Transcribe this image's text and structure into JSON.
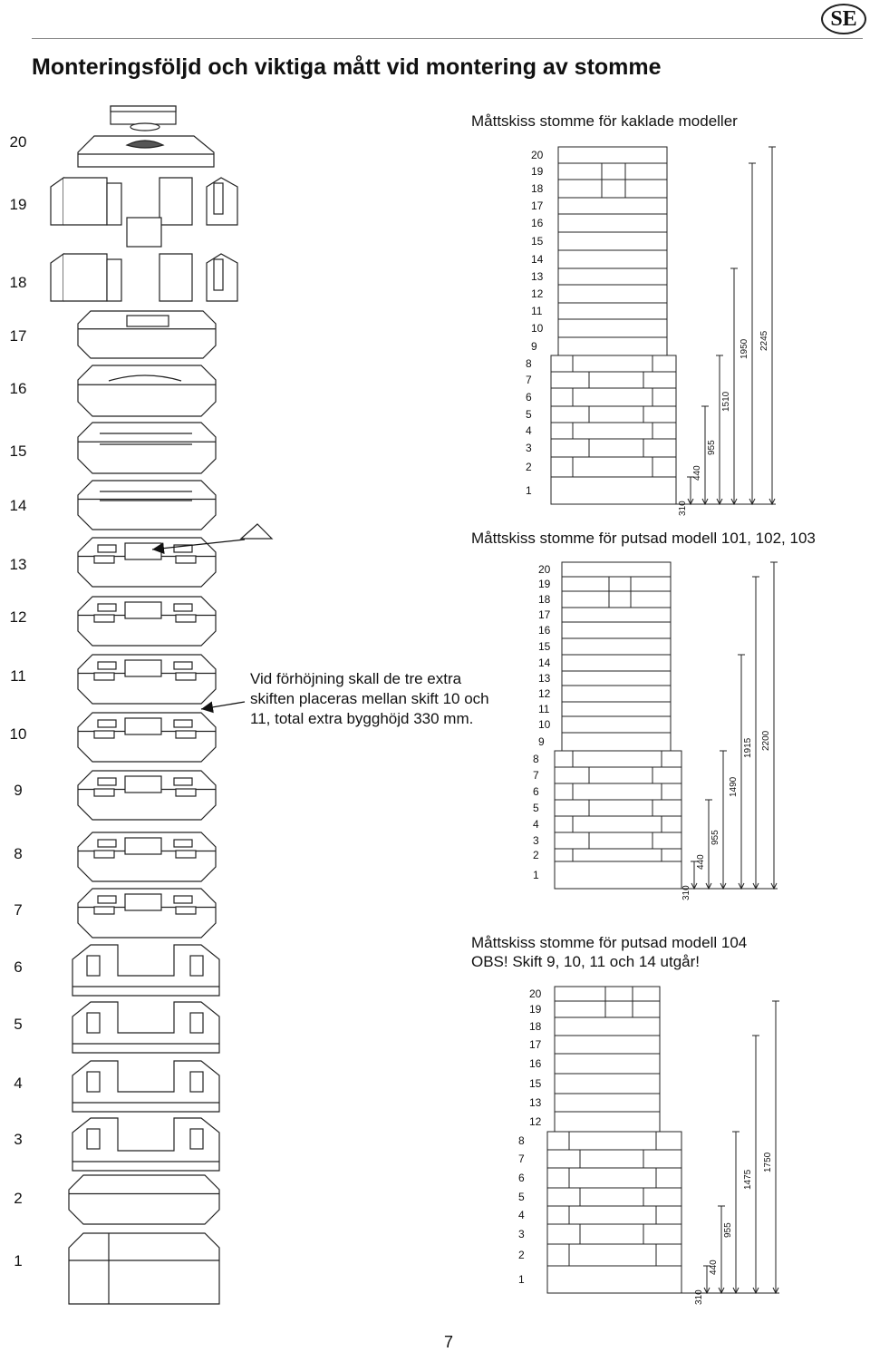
{
  "badge": "SE",
  "title": "Monteringsföljd och viktiga mått vid montering av stomme",
  "courses": [
    "20",
    "19",
    "18",
    "17",
    "16",
    "15",
    "14",
    "13",
    "12",
    "11",
    "10",
    "9",
    "8",
    "7",
    "6",
    "5",
    "4",
    "3",
    "2",
    "1"
  ],
  "note": "Vid förhöjning skall de tre extra skiften placeras mellan skift 10 och 11, total extra bygghöjd 330 mm.",
  "sketches": [
    {
      "title": "Måttskiss stomme för kaklade modeller",
      "subtitle": "",
      "courses": [
        "20",
        "19",
        "18",
        "17",
        "16",
        "15",
        "14",
        "13",
        "12",
        "11",
        "10",
        "9",
        "8",
        "7",
        "6",
        "5",
        "4",
        "3",
        "2",
        "1"
      ],
      "dimensions": [
        "310",
        "440",
        "955",
        "1510",
        "1950",
        "2245"
      ]
    },
    {
      "title": "Måttskiss stomme för putsad modell 101, 102, 103",
      "subtitle": "",
      "courses": [
        "20",
        "19",
        "18",
        "17",
        "16",
        "15",
        "14",
        "13",
        "12",
        "11",
        "10",
        "9",
        "8",
        "7",
        "6",
        "5",
        "4",
        "3",
        "2",
        "1"
      ],
      "dimensions": [
        "310",
        "440",
        "955",
        "1490",
        "1915",
        "2200"
      ]
    },
    {
      "title": "Måttskiss stomme för putsad modell 104",
      "subtitle": "OBS! Skift 9, 10, 11 och 14 utgår!",
      "courses": [
        "20",
        "19",
        "18",
        "17",
        "16",
        "15",
        "13",
        "12",
        "8",
        "7",
        "6",
        "5",
        "4",
        "3",
        "2",
        "1"
      ],
      "dimensions": [
        "310",
        "440",
        "955",
        "1475",
        "1750"
      ]
    }
  ],
  "page_number": "7"
}
